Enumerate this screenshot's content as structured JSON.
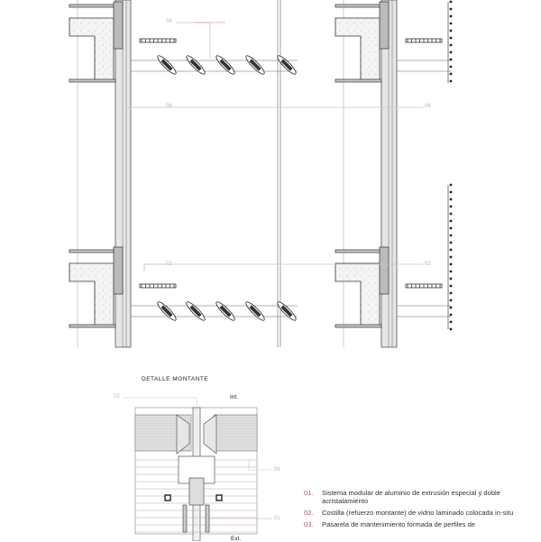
{
  "section_left": {
    "labels": [
      "04",
      "06",
      "03"
    ]
  },
  "section_right": {
    "labels": [
      "06",
      "03"
    ]
  },
  "detail": {
    "title": "DETALLE MONTANTE",
    "interior_label": "Int.",
    "exterior_label": "Ext.",
    "labels": [
      "02",
      "06",
      "01"
    ]
  },
  "legend": [
    {
      "num": "01.",
      "text": "Sistema modular de aluminio de extrusión especial y doble acristalamiento"
    },
    {
      "num": "02.",
      "text": "Costilla (refuerzo montante) de vidrio laminado colocada in-situ"
    },
    {
      "num": "03.",
      "text": "Pasarela de mantenimiento formada de perfiles de"
    }
  ],
  "colors": {
    "line": "#333333",
    "leader": "#c8c8c8",
    "accent": "#b0506e"
  }
}
